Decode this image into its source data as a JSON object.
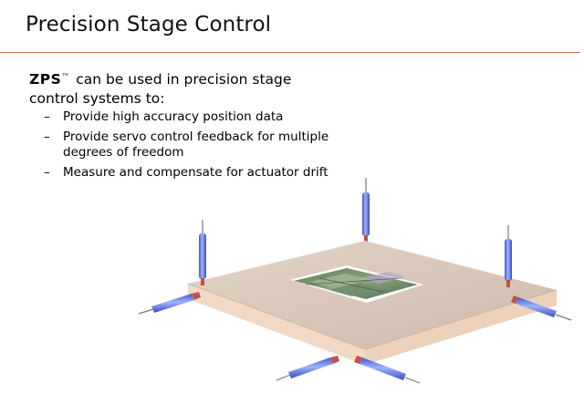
{
  "slide": {
    "title": "Precision Stage Control",
    "intro_brand": "ZPS",
    "intro_tm": "™",
    "intro_text": " can be used in precision stage control systems to:",
    "bullet_marker": "–",
    "bullets": [
      "Provide high accuracy position data",
      "Provide servo control feedback for multiple degrees of freedom",
      "Measure and compensate for actuator drift"
    ]
  },
  "colors": {
    "title_rule": "#d66a3a",
    "stage_top": "#d8c7b8",
    "stage_side": "#f0d8c4",
    "actuator": "#6f86e6"
  },
  "illustration": {
    "subject": "precision stage with vertical and horizontal actuators"
  }
}
